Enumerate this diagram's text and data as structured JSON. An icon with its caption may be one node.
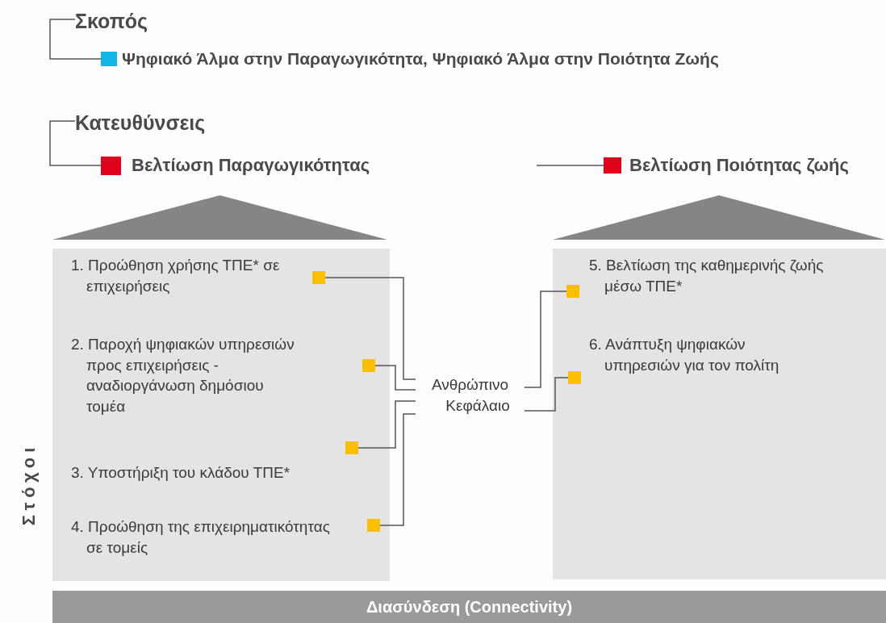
{
  "diagram": {
    "nodes": [
      {
        "text": [
          "Σκοπός"
        ]
      },
      {
        "text": [
          "Ψηφιακό Άλμα στην Παραγωγικότητα, Ψηφιακό Άλμα στην Ποιότητα Ζωής"
        ]
      },
      {
        "text": [
          "Κατευθύνσεις"
        ]
      },
      {
        "text": [
          "Βελτίωση Παραγωγικότητας"
        ]
      },
      {
        "text": [
          "Βελτίωση Ποιότητας ζωής"
        ]
      },
      {
        "text": [],
        "shape": "box"
      },
      {
        "text": [
          "1. Προώθηση χρήσης ΤΠΕ* σε επιχειρήσεις"
        ],
        "in": 5
      },
      {
        "text": [
          "2. Παροχή ψηφιακών υπηρεσιών προς επιχειρήσεις - αναδιοργάνωση δημόσιου τομέα"
        ],
        "in": 5
      },
      {
        "text": [
          "3. Υποστήριξη του κλάδου ΤΠΕ*"
        ],
        "in": 5
      },
      {
        "text": [
          "4. Προώθηση της επιχειρηματικότητας σε τομείς"
        ],
        "in": 5
      },
      {
        "text": [],
        "shape": "box"
      },
      {
        "text": [
          "5. Βελτίωση της καθημερινής ζωής μέσω ΤΠΕ*"
        ],
        "in": 10
      },
      {
        "text": [
          "6. Ανάπτυξη ψηφιακών υπηρεσιών για τον πολίτη"
        ],
        "in": 10
      },
      {
        "text": [
          "Ανθρώπινο Κεφάλαιο"
        ]
      },
      {
        "text": [
          "Διασύνδεση (Connectivity)"
        ]
      },
      {
        "text": [],
        "shape": "triangle"
      },
      {
        "text": [],
        "shape": "triangle"
      }
    ],
    "edges": [
      {
        "from": 0,
        "to": 1,
        "arrow": "none"
      },
      {
        "from": 2,
        "to": 3,
        "arrow": "none"
      },
      {
        "from": null,
        "to": 4,
        "arrow": "none"
      },
      {
        "from": 6,
        "to": 13,
        "arrow": "other"
      },
      {
        "from": 7,
        "to": 13,
        "arrow": "other"
      },
      {
        "from": 8,
        "to": 13,
        "arrow": "other"
      },
      {
        "from": 9,
        "to": 13,
        "arrow": "other"
      },
      {
        "from": 11,
        "to": 13,
        "arrow": "other"
      },
      {
        "from": 12,
        "to": 13,
        "arrow": "other"
      }
    ],
    "labels": [
      "Στόχοι"
    ]
  }
}
